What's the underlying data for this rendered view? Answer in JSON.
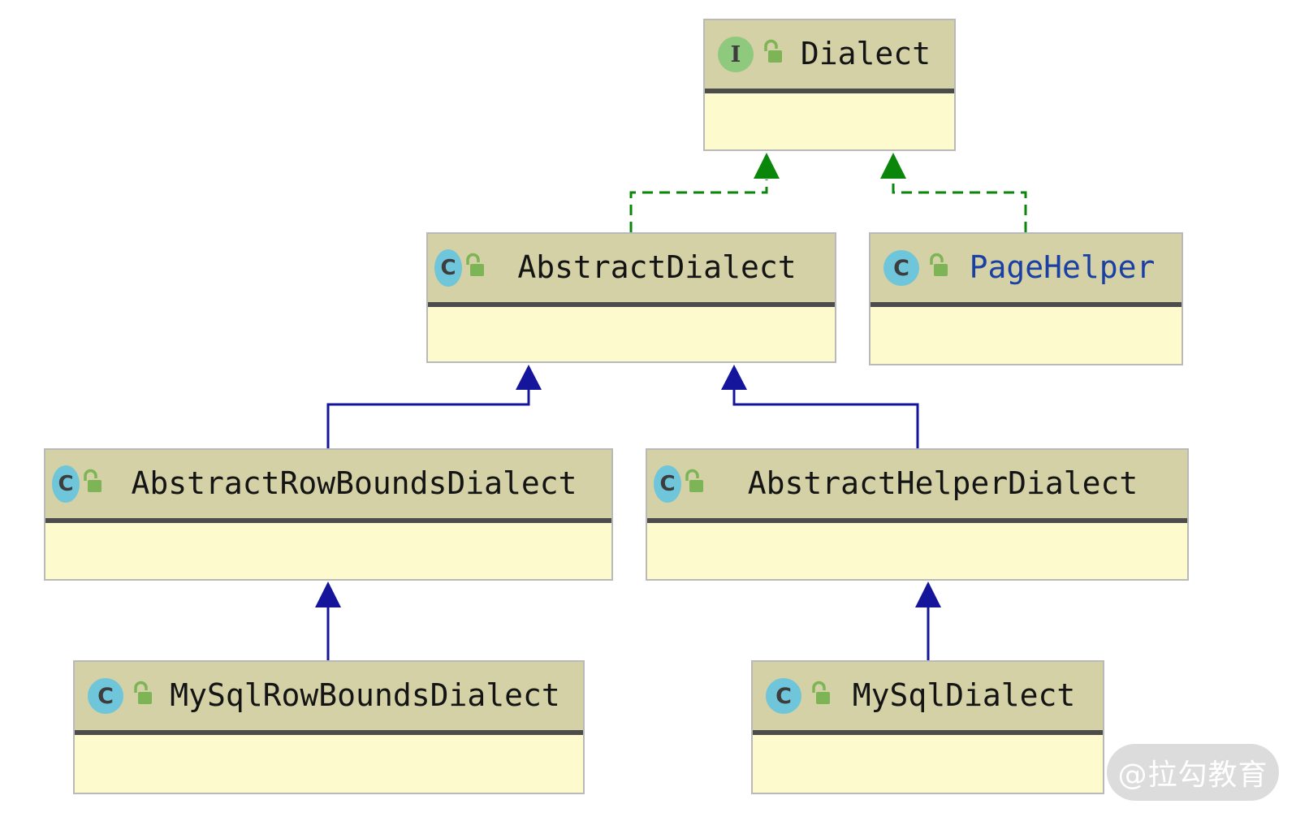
{
  "diagram": {
    "classes": [
      {
        "id": "dialect",
        "name": "Dialect",
        "kind": "interface",
        "badge": "I",
        "access": "public"
      },
      {
        "id": "abstract-dialect",
        "name": "AbstractDialect",
        "kind": "abstract-class",
        "badge": "C",
        "access": "public"
      },
      {
        "id": "page-helper",
        "name": "PageHelper",
        "kind": "class",
        "badge": "C",
        "access": "public",
        "name_color": "#1a40a5"
      },
      {
        "id": "abstract-row-bounds-dialect",
        "name": "AbstractRowBoundsDialect",
        "kind": "abstract-class",
        "badge": "C",
        "access": "public"
      },
      {
        "id": "abstract-helper-dialect",
        "name": "AbstractHelperDialect",
        "kind": "abstract-class",
        "badge": "C",
        "access": "public"
      },
      {
        "id": "my-sql-row-bounds-dialect",
        "name": "MySqlRowBoundsDialect",
        "kind": "class",
        "badge": "C",
        "access": "public"
      },
      {
        "id": "my-sql-dialect",
        "name": "MySqlDialect",
        "kind": "class",
        "badge": "C",
        "access": "public"
      }
    ],
    "relationships": [
      {
        "from": "AbstractDialect",
        "to": "Dialect",
        "type": "implements"
      },
      {
        "from": "PageHelper",
        "to": "Dialect",
        "type": "implements"
      },
      {
        "from": "AbstractRowBoundsDialect",
        "to": "AbstractDialect",
        "type": "extends"
      },
      {
        "from": "AbstractHelperDialect",
        "to": "AbstractDialect",
        "type": "extends"
      },
      {
        "from": "MySqlRowBoundsDialect",
        "to": "AbstractRowBoundsDialect",
        "type": "extends"
      },
      {
        "from": "MySqlDialect",
        "to": "AbstractHelperDialect",
        "type": "extends"
      }
    ],
    "colors": {
      "node_header": "#d3d1a5",
      "node_body": "#fdfacd",
      "node_border": "#b9b9b9",
      "node_separator": "#4c4c4c",
      "implements_arrow": "#0a870a",
      "extends_arrow": "#15159c",
      "interface_badge": "#8fc97d",
      "class_badge": "#6fc6da",
      "lock_icon": "#7cb456",
      "reference_name": "#1a40a5"
    },
    "icons": {
      "interface_badge": "green circle with letter I",
      "class_badge": "blue circle with letter C",
      "abstract_class_badge": "blue ellipse with letter C between gray parentheses",
      "lock": "open-padlock"
    }
  },
  "watermark": {
    "text": "@拉勾教育"
  }
}
